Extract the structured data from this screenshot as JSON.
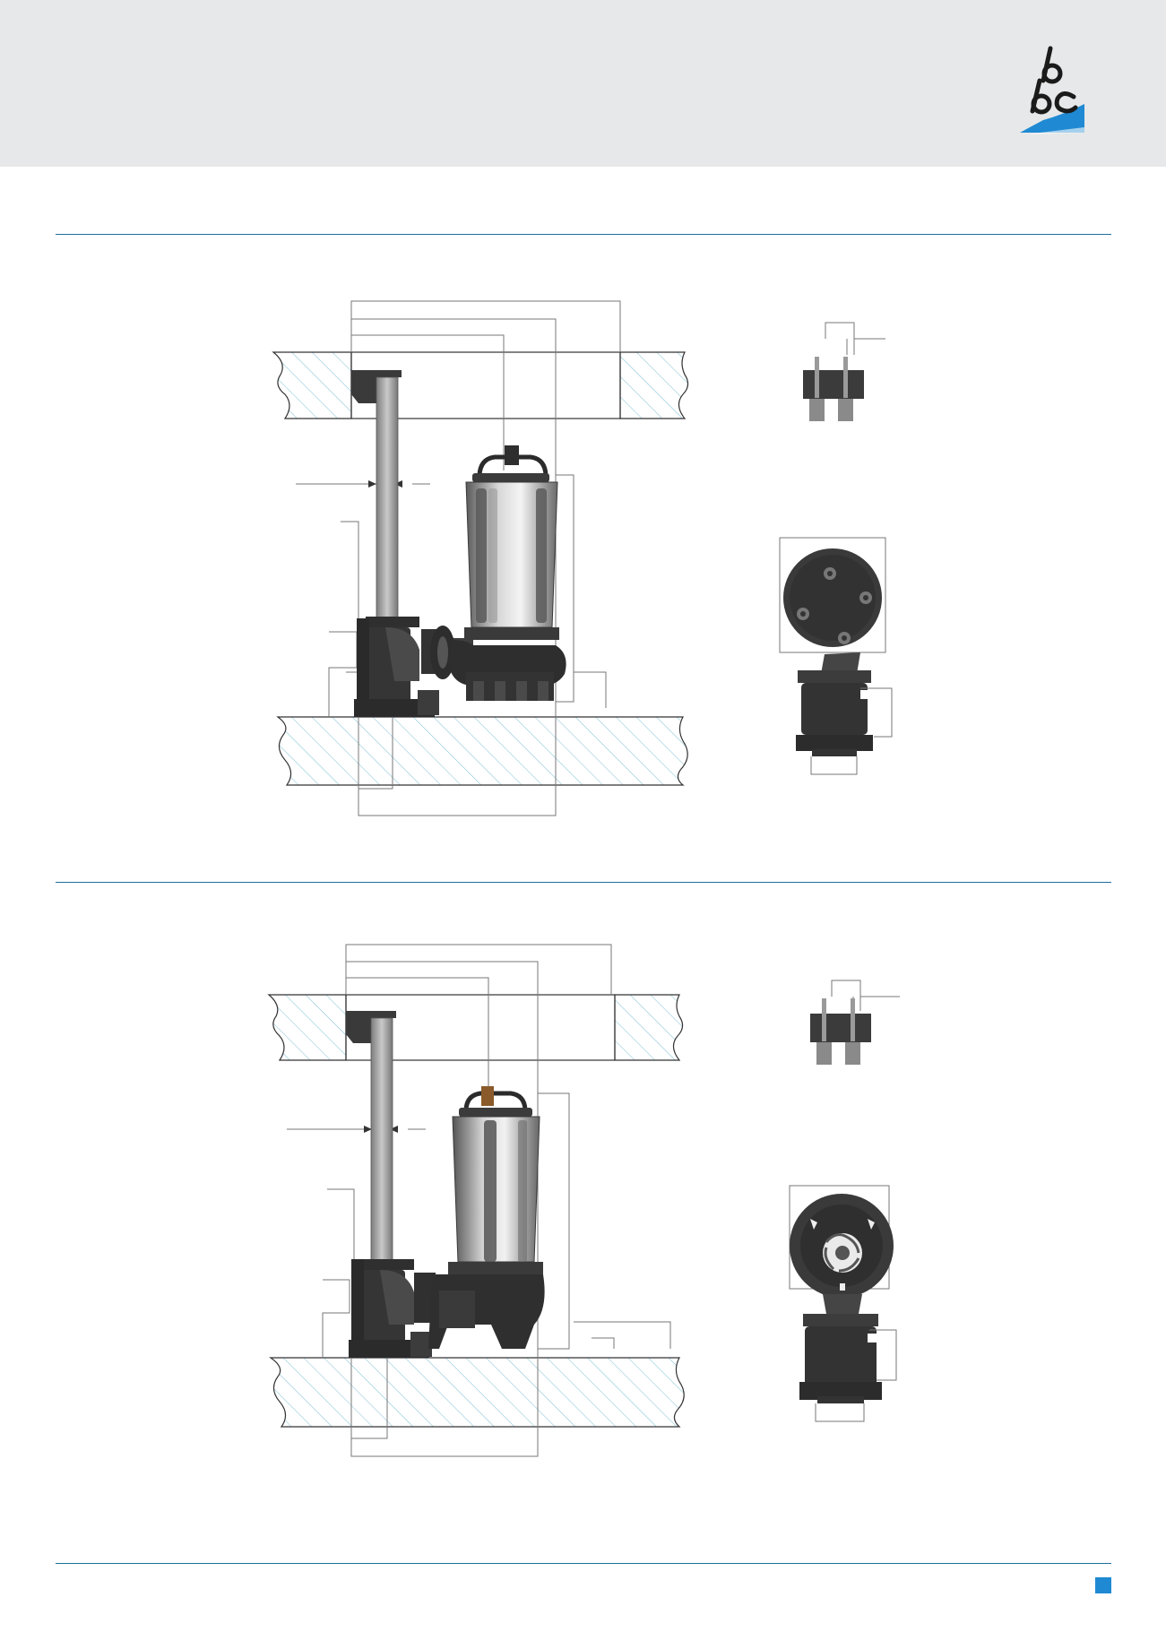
{
  "document": {
    "brand": {
      "logo_icon": "bbc-logo-icon",
      "logo_text": "bbc",
      "accent_color": "#1f8ad3",
      "rule_color": "#1d6f9e",
      "header_background": "#e7e8e9"
    },
    "figures": [
      {
        "name": "installation-drawing-1",
        "icon": "pump-installation-icon",
        "variant": "grinder-pump"
      },
      {
        "name": "installation-drawing-2",
        "icon": "pump-installation-icon",
        "variant": "vortex-pump"
      }
    ],
    "footer": {
      "marker_icon": "page-marker-icon"
    }
  }
}
